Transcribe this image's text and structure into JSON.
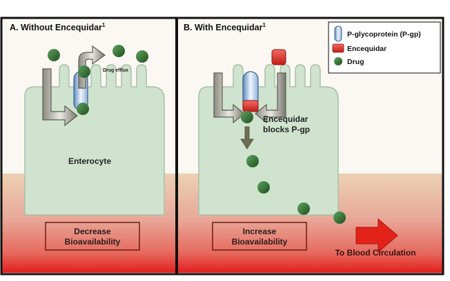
{
  "panel_a": {
    "title": "A. Without Encequidar",
    "title_sup": "1",
    "efflux_label": "Drug efflux",
    "cell_label": "Enterocyte",
    "result_line1": "Decrease",
    "result_line2": "Bioavailability"
  },
  "panel_b": {
    "title": "B. With Encequidar",
    "title_sup": "1",
    "block_line1": "Encequidar",
    "block_line2": "blocks P-gp",
    "result_line1": "Increase",
    "result_line2": "Bioavailability",
    "circulation_label": "To Blood Circulation"
  },
  "legend": {
    "pgp": "P-glycoprotein (P-gp)",
    "encequidar": "Encequidar",
    "drug": "Drug"
  },
  "colors": {
    "cell_fill": "#cfe3cf",
    "cell_stroke": "#9db39d",
    "blood_top": "#e9c6a8",
    "blood_mid": "#e8958a",
    "blood_bottom": "#e31e1e",
    "drug": "#2d6b2d",
    "encequidar": "#d9302a",
    "pgp": "#7fa9d6",
    "arrow_red": "#e32219",
    "arrow_gray": "#6e6e62"
  }
}
